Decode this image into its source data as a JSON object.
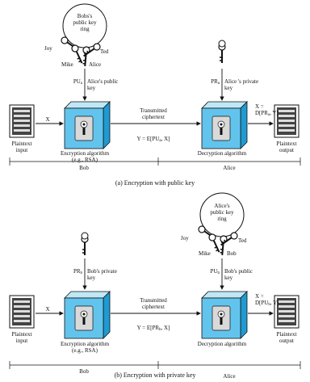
{
  "panel_a": {
    "ring_label": "Bobs's\npublic key\nring",
    "ring_names": [
      "Joy",
      "Mike",
      "Alice",
      "Ted"
    ],
    "pu_key": "PU",
    "pu_sub": "a",
    "pu_desc": "Alice's public\nkey",
    "pr_key": "PR",
    "pr_sub": "a",
    "pr_desc": "Alice 's private\nkey",
    "x_in": "X",
    "plaintext_input": "Plaintext\ninput",
    "transmitted": "Transmitted\nciphertext",
    "y_eq_pre": "Y = E[PU",
    "y_eq_sub": "a",
    "y_eq_post": ", X]",
    "x_out_pre": "X =\nD[PR",
    "x_out_sub": "a",
    "x_out_post": ", Y]",
    "enc_alg": "Encryption algorithm\n(e.g., RSA)",
    "dec_alg": "Decryption algorithm",
    "plaintext_output": "Plaintext\noutput",
    "left_party": "Bob",
    "right_party": "Alice",
    "caption": "(a) Encryption with public key"
  },
  "panel_b": {
    "ring_label": "Alice's\npublic key\nring",
    "ring_names": [
      "Joy",
      "Mike",
      "Bob",
      "Ted"
    ],
    "pr_key": "PR",
    "pr_sub": "b",
    "pr_desc": "Bob's private\nkey",
    "pu_key": "PU",
    "pu_sub": "b",
    "pu_desc": "Bob's public\nkey",
    "x_in": "X",
    "plaintext_input": "Plaintext\ninput",
    "transmitted": "Transmitted\nciphertext",
    "y_eq_pre": "Y = E[PR",
    "y_eq_sub": "b",
    "y_eq_post": ", X]",
    "x_out_pre": "X =\nD[PU",
    "x_out_sub": "b",
    "x_out_post": ", Y]",
    "enc_alg": "Encryption algorithm\n(e.g., RSA)",
    "dec_alg": "Decryption algorithm",
    "plaintext_output": "Plaintext\noutput",
    "left_party": "Bob",
    "right_party": "Alice",
    "caption": "(b) Encryption with private key"
  }
}
